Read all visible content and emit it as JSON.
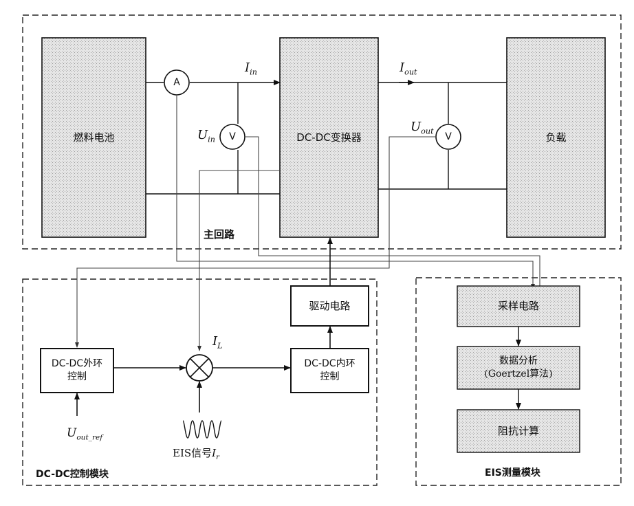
{
  "blocks": {
    "fuel_cell": "燃料电池",
    "dcdc_converter": "DC-DC变换器",
    "load": "负载",
    "driver": "驱动电路",
    "outer_loop": [
      "DC-DC外环",
      "控制"
    ],
    "inner_loop": [
      "DC-DC内环",
      "控制"
    ],
    "sampling": "采样电路",
    "data_analysis": [
      "数据分析",
      "(Goertzel算法)"
    ],
    "impedance": "阻抗计算"
  },
  "meters": {
    "ammeter": "A",
    "voltmeter_in": "V",
    "voltmeter_out": "V"
  },
  "signals": {
    "I_in": {
      "main": "I",
      "sub": "in"
    },
    "I_out": {
      "main": "I",
      "sub": "out"
    },
    "U_in": {
      "main": "U",
      "sub": "in"
    },
    "U_out": {
      "main": "U",
      "sub": "out"
    },
    "I_L": {
      "main": "I",
      "sub": "L"
    },
    "U_out_ref": {
      "main": "U",
      "sub": "out_ref"
    },
    "eis_signal": {
      "prefix": "EIS信号",
      "main": "I",
      "sub": "r"
    }
  },
  "regions": {
    "main_loop": "主回路",
    "control_module": "DC-DC控制模块",
    "eis_module": "EIS测量模块"
  },
  "colors": {
    "line": "#111111",
    "thin_line": "#444444",
    "box_fill": "#e4e4e4",
    "dash": "#222222"
  }
}
